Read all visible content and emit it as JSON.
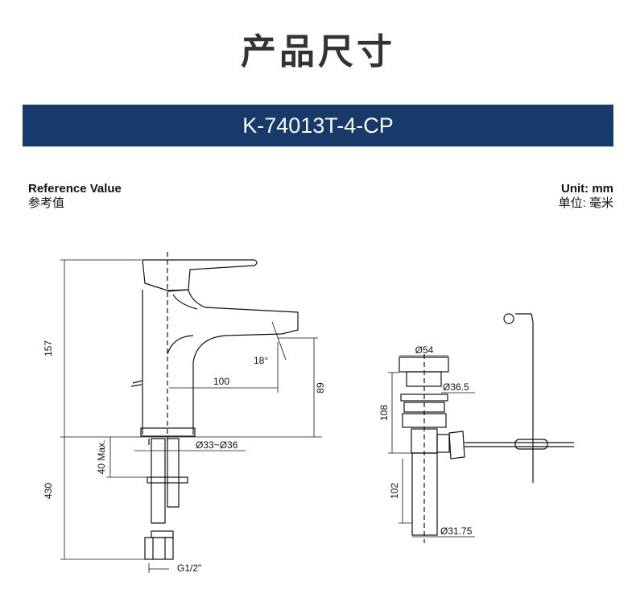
{
  "header": {
    "title": "产品尺寸",
    "model": "K-74013T-4-CP"
  },
  "reference": {
    "label_en": "Reference Value",
    "label_cn": "参考值"
  },
  "unit": {
    "label_en": "Unit: mm",
    "label_cn": "单位: 毫米"
  },
  "faucet_dims": {
    "height_total": "157",
    "spout_height": "89",
    "spout_reach": "100",
    "angle": "18°",
    "hole_diameter": "Ø33~Ø36",
    "deck_thickness": "40 Max.",
    "hose_length": "430",
    "thread": "G1/2\""
  },
  "drain_dims": {
    "cap_diameter": "Ø54",
    "body_diameter": "Ø36.5",
    "body_height": "108",
    "tail_length": "102",
    "tail_diameter": "Ø31.75"
  },
  "colors": {
    "banner": "#173a6a",
    "title": "#333333"
  }
}
